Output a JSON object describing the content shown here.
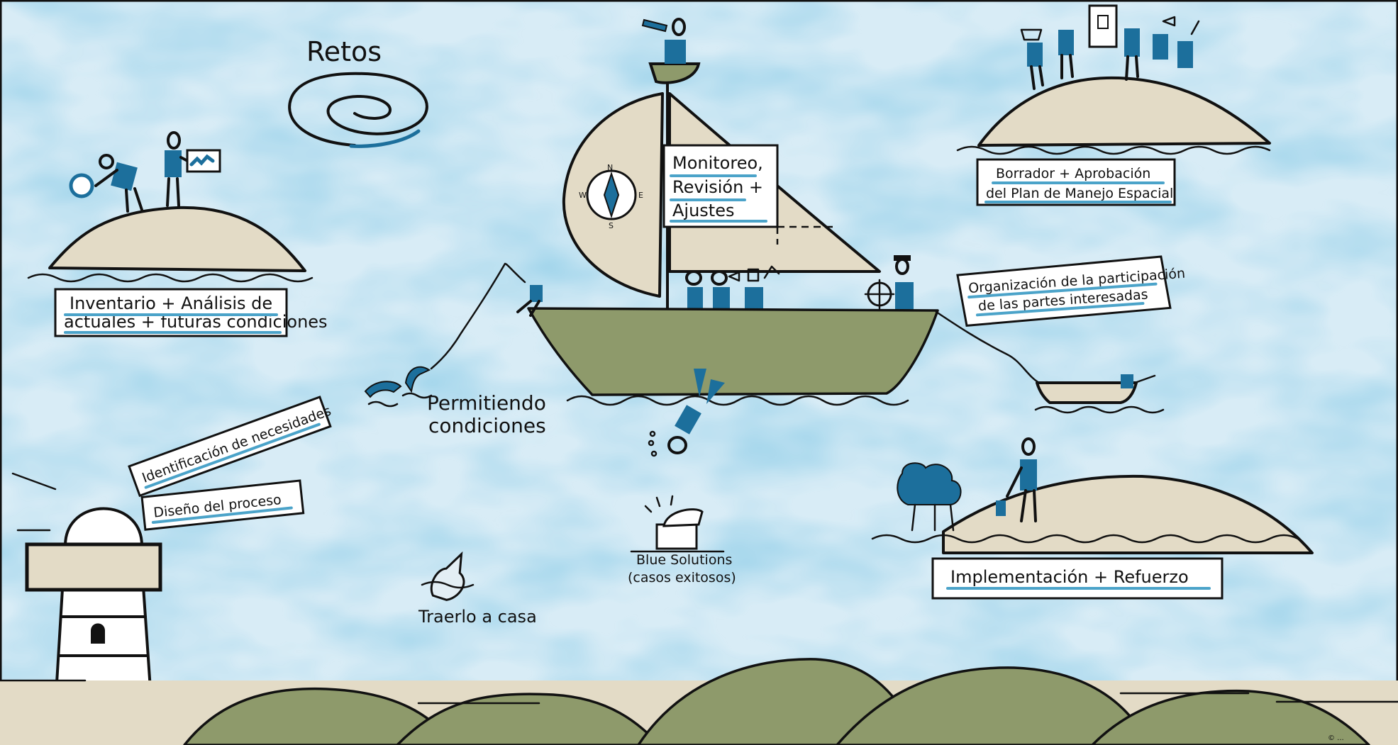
{
  "labels": {
    "retos": "Retos",
    "inventario_line1": "Inventario + Análisis de",
    "inventario_line2": "actuales + futuras condiciones",
    "identificacion": "Identificación de necesidades",
    "diseno": "Diseño del proceso",
    "permitiendo_line1": "Permitiendo",
    "permitiendo_line2": "condiciones",
    "monitoreo_line1": "Monitoreo,",
    "monitoreo_line2": "Revisión +",
    "monitoreo_line3": "Ajustes",
    "borrador_line1": "Borrador + Aprobación",
    "borrador_line2": "del Plan de Manejo Espacial",
    "organizacion_line1": "Organización de la participación",
    "organizacion_line2": "de las partes interesadas",
    "blue_line1": "Blue Solutions",
    "blue_line2": "(casos exitosos)",
    "traerlo": "Traerlo a casa",
    "implementacion": "Implementación + Refuerzo",
    "compass_n": "N",
    "compass_s": "S",
    "compass_e": "E",
    "compass_w": "W",
    "credit": "© ..."
  },
  "colors": {
    "sea": "#cfe6f2",
    "sea_dark": "#5aaed4",
    "sand": "#e3dbc6",
    "olive": "#8e9a6b",
    "accent_blue": "#1c6f9c",
    "ink": "#111111"
  }
}
